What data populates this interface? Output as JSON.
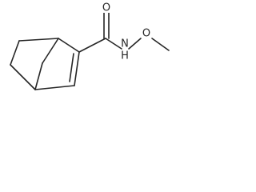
{
  "molecule": {
    "atoms": {
      "oxygen_carbonyl": "O",
      "nitrogen": "N",
      "hydrogen_on_n": "H",
      "oxygen_methoxy": "O"
    },
    "bond_color": "#262626",
    "background": "#ffffff"
  }
}
